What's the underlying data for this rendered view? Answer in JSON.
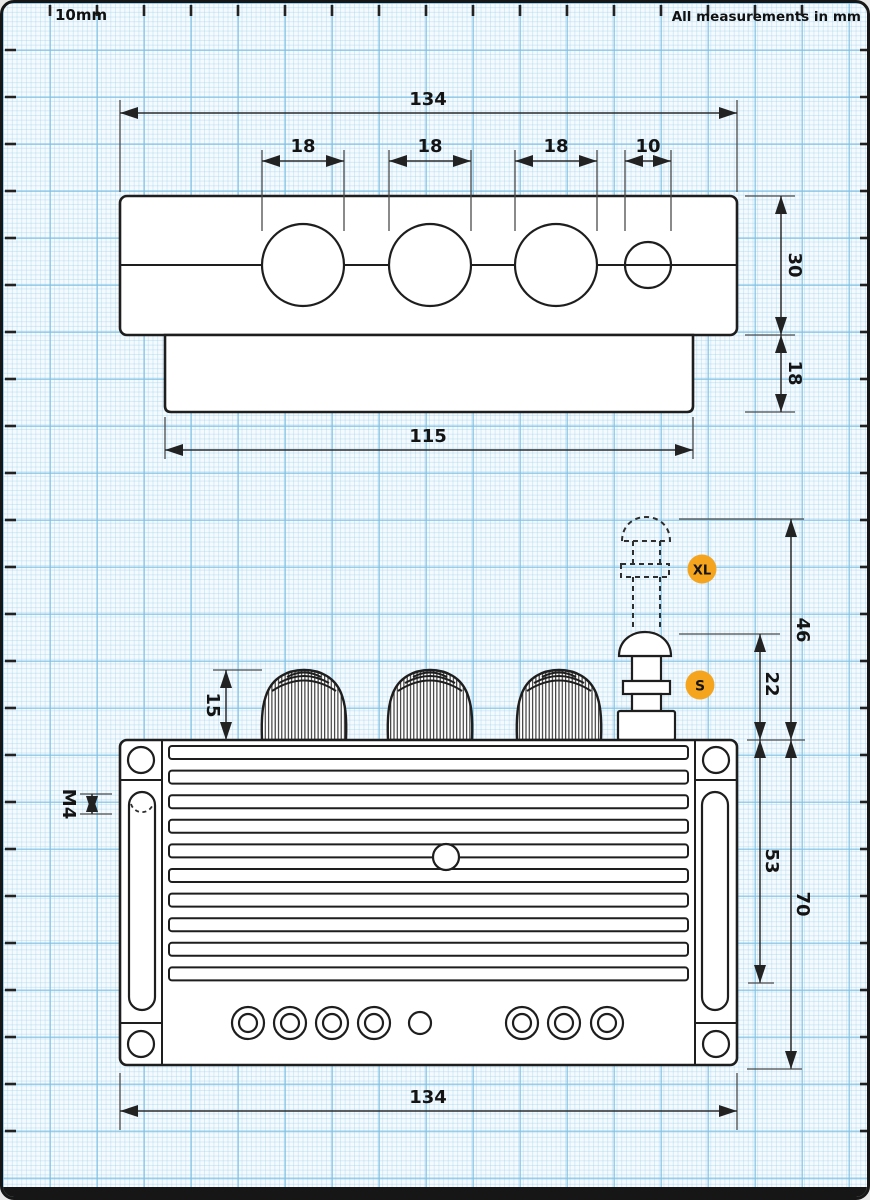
{
  "page": {
    "ruler_label": "10mm",
    "units_note": "All measurements in mm"
  },
  "colors": {
    "accent_orange": "#F5A41E",
    "ink": "#1e1e1e",
    "grid_minor": "#cfe7f5",
    "grid_major": "#aed9ee"
  },
  "top_view": {
    "overall_width": "134",
    "knob_dia_1": "18",
    "knob_dia_2": "18",
    "knob_dia_3": "18",
    "knob_dia_4": "10",
    "body_height": "30",
    "base_height": "18",
    "base_width": "115"
  },
  "front_view": {
    "knob_height": "15",
    "thread": "M4",
    "antenna_xl_height": "46",
    "antenna_s_height": "22",
    "fin_section_height": "53",
    "overall_height": "70",
    "overall_width": "134",
    "badge_xl": "XL",
    "badge_s": "S"
  }
}
